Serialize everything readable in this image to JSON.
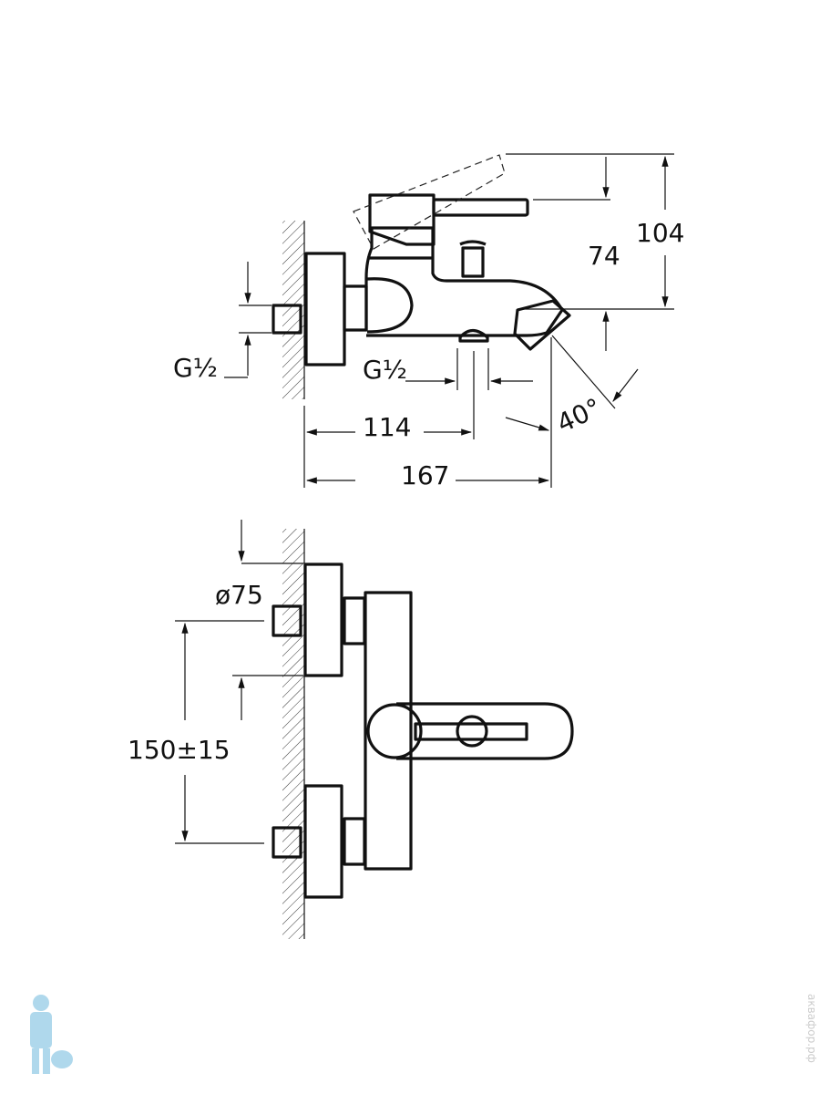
{
  "dimensions": {
    "total_height": "104",
    "spout_height": "74",
    "inlet_thread": "G½",
    "outlet_thread": "G½",
    "outlet_distance": "114",
    "total_depth": "167",
    "spout_angle": "40°",
    "flange_diameter": "ø75",
    "inlet_spacing": "150±15"
  },
  "watermark": "аквафор.рф",
  "colors": {
    "line": "#111111",
    "logo": "#9ccfe8"
  }
}
